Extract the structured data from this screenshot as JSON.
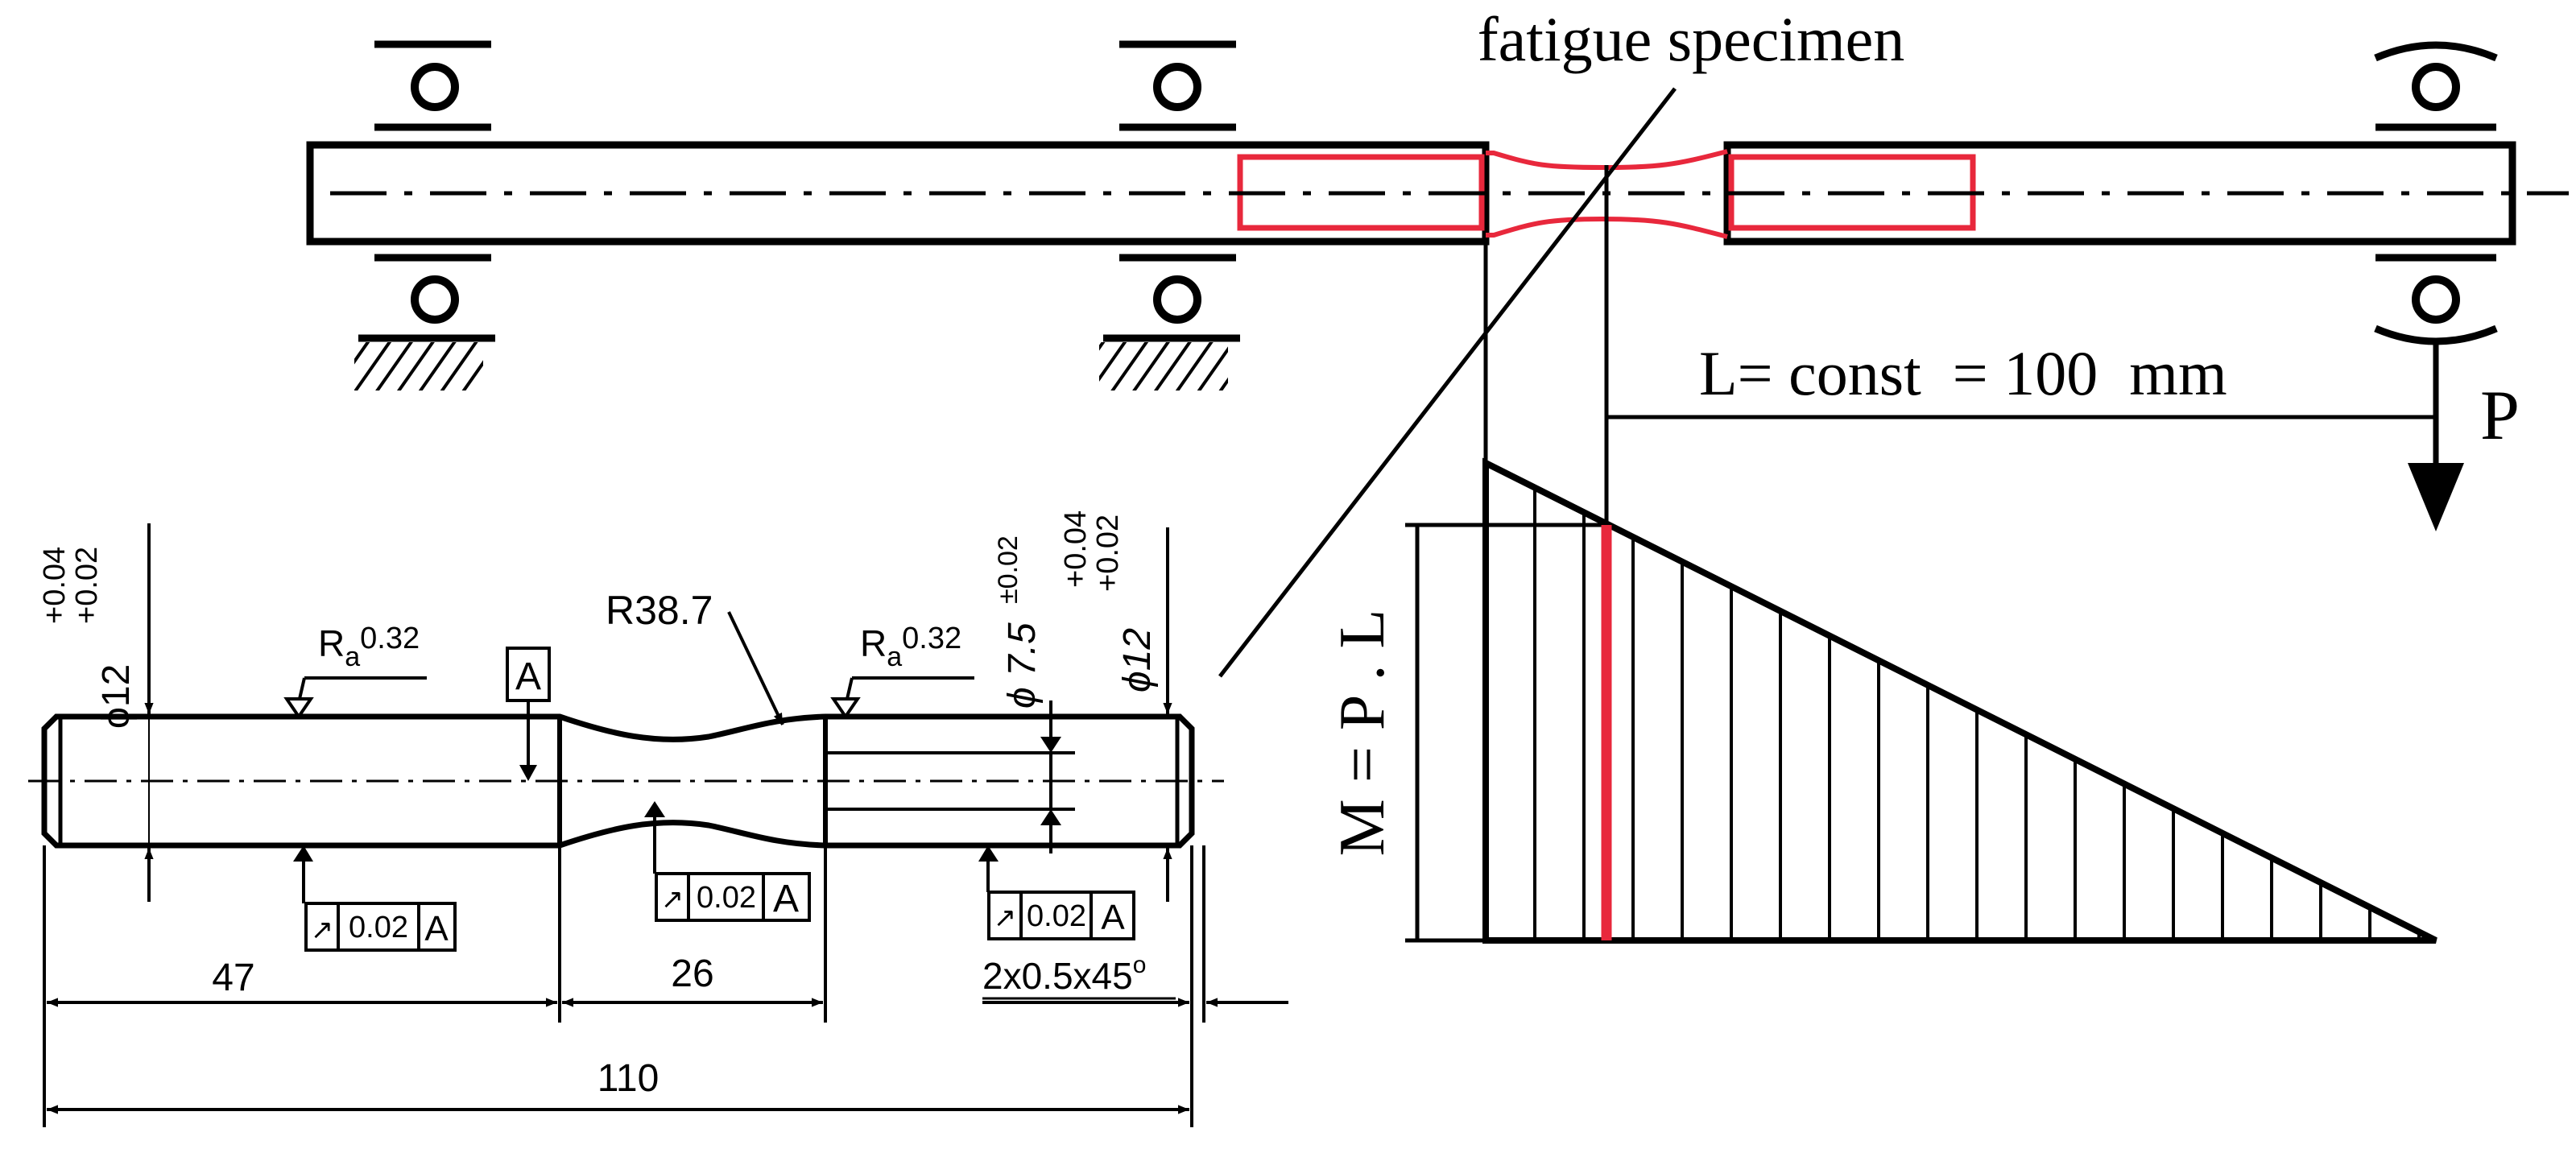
{
  "labels": {
    "specimen": "fatigue specimen",
    "length": "L= const  = 100  mm",
    "force": "P",
    "moment": "M = P . L"
  },
  "drawing": {
    "dia_left": "ϕ12",
    "tol_left_up": "+0.04",
    "tol_left_low": "+0.02",
    "dia_right": "ϕ12",
    "tol_right_up": "+0.04",
    "tol_right_low": "+0.02",
    "dia_mid": "ϕ 7.5",
    "tol_mid": "±0.02",
    "radius": "R38.7",
    "datum": "A",
    "rough_symbol": "R",
    "rough_sub": "a",
    "rough_value": "0.32",
    "runout_arrow": "↗",
    "runout_value": "0.02",
    "runout_datum": "A",
    "dim_47": "47",
    "dim_26": "26",
    "dim_110": "110",
    "chamfer": "2x0.5x45",
    "chamfer_deg": "o"
  },
  "colors": {
    "line": "#000000",
    "accent": "#e8283c"
  }
}
